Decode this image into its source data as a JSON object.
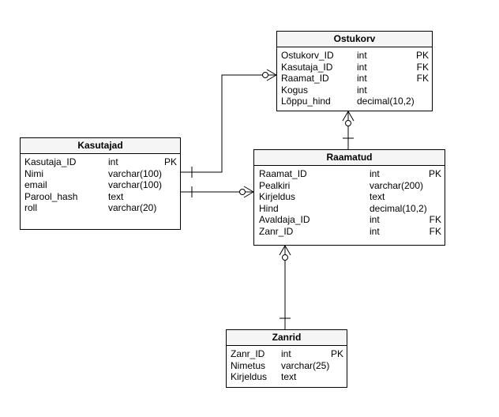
{
  "entities": {
    "ostukorv": {
      "name": "Ostukorv",
      "columns": [
        {
          "name": "Ostukorv_ID",
          "type": "int",
          "key": "PK"
        },
        {
          "name": "Kasutaja_ID",
          "type": "int",
          "key": "FK"
        },
        {
          "name": "Raamat_ID",
          "type": "int",
          "key": "FK"
        },
        {
          "name": "Kogus",
          "type": "int",
          "key": ""
        },
        {
          "name": "Lõppu_hind",
          "type": "decimal(10,2)",
          "key": ""
        }
      ]
    },
    "kasutajad": {
      "name": "Kasutajad",
      "columns": [
        {
          "name": "Kasutaja_ID",
          "type": "int",
          "key": "PK"
        },
        {
          "name": "Nimi",
          "type": "varchar(100)",
          "key": ""
        },
        {
          "name": "email",
          "type": "varchar(100)",
          "key": ""
        },
        {
          "name": "Parool_hash",
          "type": "text",
          "key": ""
        },
        {
          "name": "roll",
          "type": "varchar(20)",
          "key": ""
        }
      ]
    },
    "raamatud": {
      "name": "Raamatud",
      "columns": [
        {
          "name": "Raamat_ID",
          "type": "int",
          "key": "PK"
        },
        {
          "name": "Pealkiri",
          "type": "varchar(200)",
          "key": ""
        },
        {
          "name": "Kirjeldus",
          "type": "text",
          "key": ""
        },
        {
          "name": "Hind",
          "type": "decimal(10,2)",
          "key": ""
        },
        {
          "name": "Avaldaja_ID",
          "type": "int",
          "key": "FK"
        },
        {
          "name": "Zanr_ID",
          "type": "int",
          "key": "FK"
        }
      ]
    },
    "zanrid": {
      "name": "Zanrid",
      "columns": [
        {
          "name": "Zanr_ID",
          "type": "int",
          "key": "PK"
        },
        {
          "name": "Nimetus",
          "type": "varchar(25)",
          "key": ""
        },
        {
          "name": "Kirjeldus",
          "type": "text",
          "key": ""
        }
      ]
    }
  },
  "relationships": [
    {
      "from": "Kasutajad",
      "to": "Ostukorv",
      "from_card": "one",
      "to_card": "zero-or-many"
    },
    {
      "from": "Raamatud",
      "to": "Ostukorv",
      "from_card": "one",
      "to_card": "zero-or-many"
    },
    {
      "from": "Kasutajad",
      "to": "Raamatud",
      "from_card": "one",
      "to_card": "zero-or-many"
    },
    {
      "from": "Zanrid",
      "to": "Raamatud",
      "from_card": "one",
      "to_card": "zero-or-many"
    }
  ]
}
